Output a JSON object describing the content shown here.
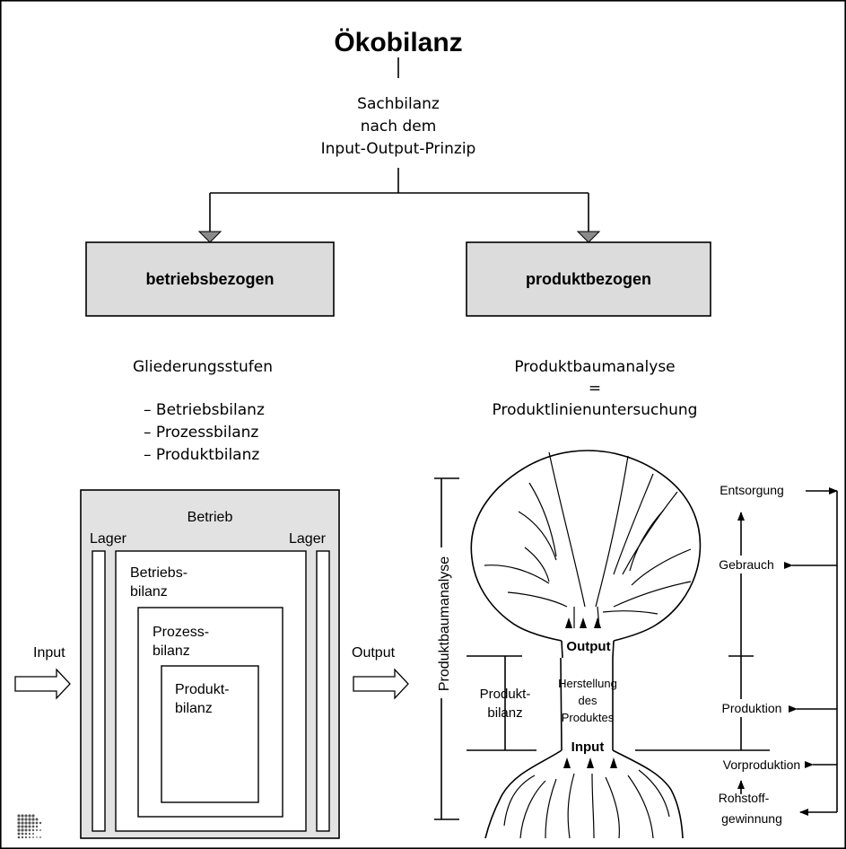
{
  "title": "Ökobilanz",
  "sub": [
    "Sachbilanz",
    "nach dem",
    "Input-Output-Prinzip"
  ],
  "left_box": "betriebsbezogen",
  "right_box": "produktbezogen",
  "gliederung": {
    "heading": "Gliederungsstufen",
    "items": [
      "– Betriebsbilanz",
      "– Prozessbilanz",
      "– Produktbilanz"
    ]
  },
  "produkt": {
    "heading": "Produktbaumanalyse",
    "eq": "=",
    "line": "Produktlinienuntersuchung"
  },
  "nested": {
    "betrieb": "Betrieb",
    "lager_left": "Lager",
    "lager_right": "Lager",
    "betriebsbilanz": [
      "Betriebs-",
      "bilanz"
    ],
    "prozessbilanz": [
      "Prozess-",
      "bilanz"
    ],
    "produktbilanz": [
      "Produkt-",
      "bilanz"
    ],
    "input": "Input",
    "output": "Output"
  },
  "tree": {
    "vertical_label": "Produktbaumanalyse",
    "output": "Output",
    "input": "Input",
    "herstellung": [
      "Herstellung",
      "des",
      "Produktes"
    ],
    "produktbilanz": [
      "Produkt-",
      "bilanz"
    ],
    "stages": {
      "entsorgung": "Entsorgung",
      "gebrauch": "Gebrauch",
      "produktion": "Produktion",
      "vorproduktion": "Vorproduktion",
      "rohstoff": [
        "Rohstoff-",
        "gewinnung"
      ]
    }
  },
  "colors": {
    "box_fill": "#dcdcdc",
    "outer_fill": "#e2e2e2",
    "arrow_fill": "#8a8a8a",
    "line": "#000000"
  }
}
